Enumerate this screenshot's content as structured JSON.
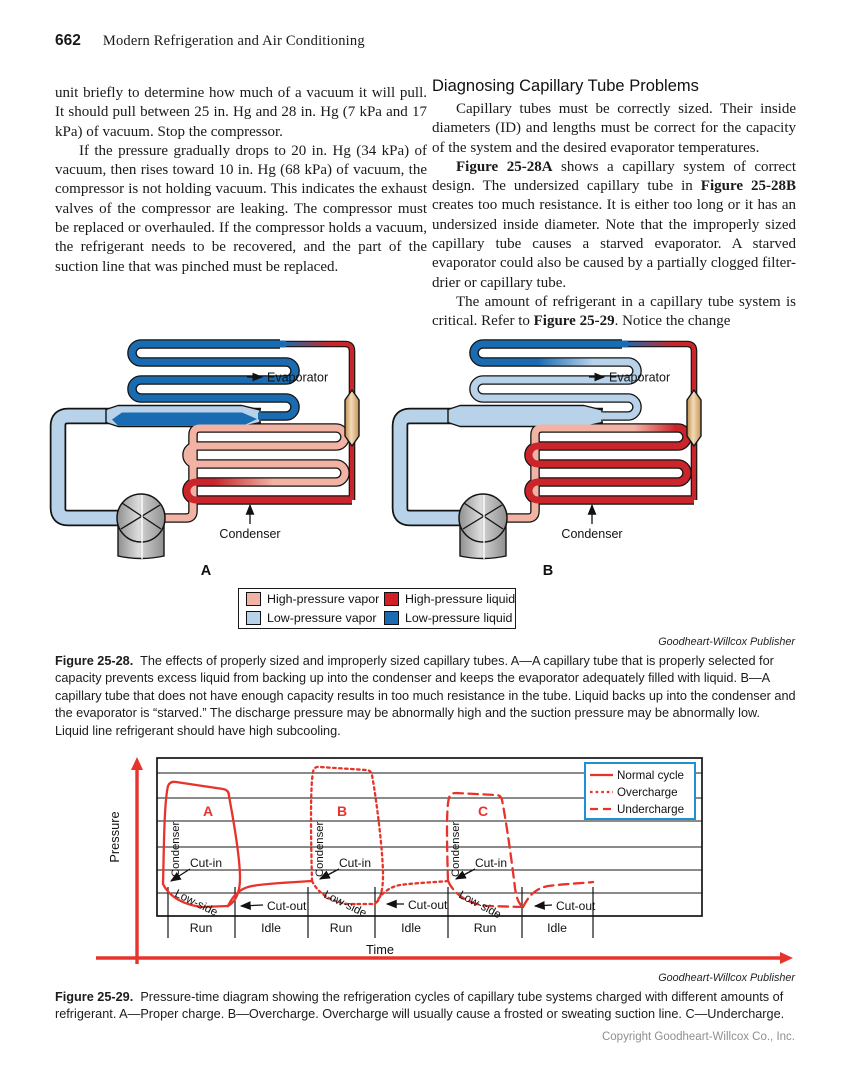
{
  "page": {
    "number": "662",
    "running_title": "Modern Refrigeration and Air Conditioning",
    "copyright": "Copyright Goodheart-Willcox Co., Inc."
  },
  "columns": {
    "left": {
      "p1": "unit briefly to determine how much of a vacuum it will pull. It should pull between 25 in. Hg and 28 in. Hg (7 kPa and 17 kPa) of vacuum. Stop the compressor.",
      "p2": "If the pressure gradually drops to 20 in. Hg (34 kPa) of vacuum, then rises toward 10 in. Hg (68 kPa) of vacuum, the compressor is not holding vacuum. This indicates the exhaust valves of the compressor are leaking. The compressor must be replaced or overhauled. If the compressor holds a vacuum, the refrigerant needs to be recovered, and the part of the suction line that was pinched must be replaced."
    },
    "right": {
      "heading": "Diagnosing Capillary Tube Problems",
      "p1": "Capillary tubes must be correctly sized. Their inside diameters (ID) and lengths must be correct for the capacity of the system and the desired evaporator temperatures.",
      "p2_rich": [
        {
          "t": "Figure 25-28A",
          "b": true
        },
        {
          "t": " shows a capillary system of correct design. The undersized capillary tube in ",
          "b": false
        },
        {
          "t": "Figure 25-28B",
          "b": true
        },
        {
          "t": " creates too much resistance. It is either too long or it has an undersized inside diameter. Note that the improperly sized capillary tube causes a starved evaporator. A starved evaporator could also be caused by a partially clogged filter-drier or capillary tube.",
          "b": false
        }
      ],
      "p3_rich": [
        {
          "t": "The amount of refrigerant in a capillary tube system is critical. Refer to ",
          "b": false
        },
        {
          "t": "Figure 25-29",
          "b": true
        },
        {
          "t": ". Notice the change",
          "b": false
        }
      ]
    }
  },
  "figure_25_28": {
    "labels": {
      "evaporator": "Evaporator",
      "condenser": "Condenser",
      "diagram_a": "A",
      "diagram_b": "B"
    },
    "legend": {
      "items": [
        {
          "label": "High-pressure vapor",
          "color": "#f2b3a5"
        },
        {
          "label": "High-pressure liquid",
          "color": "#d01f27"
        },
        {
          "label": "Low-pressure vapor",
          "color": "#b8d2ea"
        },
        {
          "label": "Low-pressure liquid",
          "color": "#1a6cb2"
        }
      ]
    },
    "credit": "Goodheart-Willcox Publisher",
    "caption_rich": [
      {
        "t": "Figure 25-28.",
        "b": true
      },
      {
        "t": "  The effects of properly sized and improperly sized capillary tubes. A—A capillary tube that is properly selected for capacity prevents excess liquid from backing up into the condenser and keeps the evaporator adequately filled with liquid. B—A capillary tube that does not have enough capacity results in too much resistance in the tube. Liquid backs up into the condenser and the evaporator is “starved.” The discharge pressure may be abnormally high and the suction pressure may be abnormally low. Liquid line refrigerant should have high subcooling.",
        "b": false
      }
    ]
  },
  "figure_25_29": {
    "ylabel": "Pressure",
    "xlabel": "Time",
    "run_label": "Run",
    "idle_label": "Idle",
    "cut_in": "Cut-in",
    "cut_out": "Cut-out",
    "low_side": "Low-side",
    "condenser": "Condenser",
    "cycle_a": "A",
    "cycle_b": "B",
    "cycle_c": "C",
    "legend": {
      "normal": "Normal cycle",
      "overcharge": "Overcharge",
      "undercharge": "Undercharge"
    },
    "credit": "Goodheart-Willcox Publisher",
    "caption_rich": [
      {
        "t": "Figure 25-29.",
        "b": true
      },
      {
        "t": "  Pressure-time diagram showing the refrigeration cycles of capillary tube systems charged with different amounts of refrigerant. A—Proper charge. B—Overcharge. Overcharge will usually cause a frosted or sweating suction line. C—Undercharge.",
        "b": false
      }
    ]
  },
  "chart_data": {
    "type": "line",
    "title": "Pressure-time diagram of capillary tube system cycles",
    "xlabel": "Time",
    "ylabel": "Pressure",
    "x_segments": [
      "Run",
      "Idle",
      "Run",
      "Idle",
      "Run",
      "Idle"
    ],
    "grid": {
      "horizontal_lines": 6,
      "vertical_lines": 0
    },
    "legend_position": "top-right",
    "legend": [
      {
        "label": "Normal cycle",
        "style": "solid",
        "color": "#e8332c"
      },
      {
        "label": "Overcharge",
        "style": "dotted",
        "color": "#e8332c"
      },
      {
        "label": "Undercharge",
        "style": "dashed",
        "color": "#e8332c"
      }
    ],
    "series": [
      {
        "name": "Normal cycle",
        "cycle": "A",
        "style": "solid",
        "phases": {
          "cut_in_pressure": 22,
          "condenser_peak": 86,
          "condenser_end": 81,
          "low_side_start": 22,
          "cut_out_pressure": 6,
          "idle_equalize_to": 24
        }
      },
      {
        "name": "Overcharge",
        "cycle": "B",
        "style": "dotted",
        "phases": {
          "cut_in_pressure": 24,
          "condenser_peak": 95,
          "condenser_end": 93,
          "low_side_start": 24,
          "cut_out_pressure": 8,
          "idle_equalize_to": 24
        }
      },
      {
        "name": "Undercharge",
        "cycle": "C",
        "style": "dashed",
        "phases": {
          "cut_in_pressure": 24,
          "condenser_peak": 76,
          "condenser_end": 74,
          "low_side_start": 24,
          "cut_out_pressure": 6,
          "idle_equalize_to": 26
        }
      }
    ],
    "annotations": [
      "Condenser",
      "Cut-in",
      "Low-side",
      "Cut-out",
      "A",
      "B",
      "C"
    ],
    "axis_color": "#e8332c",
    "ylim_note": "no numeric scale shown"
  },
  "colors": {
    "high_pressure_vapor": "#f2b3a5",
    "high_pressure_liquid": "#d01f27",
    "low_pressure_vapor": "#b8d2ea",
    "low_pressure_liquid": "#1a6cb2",
    "chart_red": "#e8332c",
    "chart_legend_border": "#2090d0",
    "filter_drier_tan": "#daa96b"
  }
}
